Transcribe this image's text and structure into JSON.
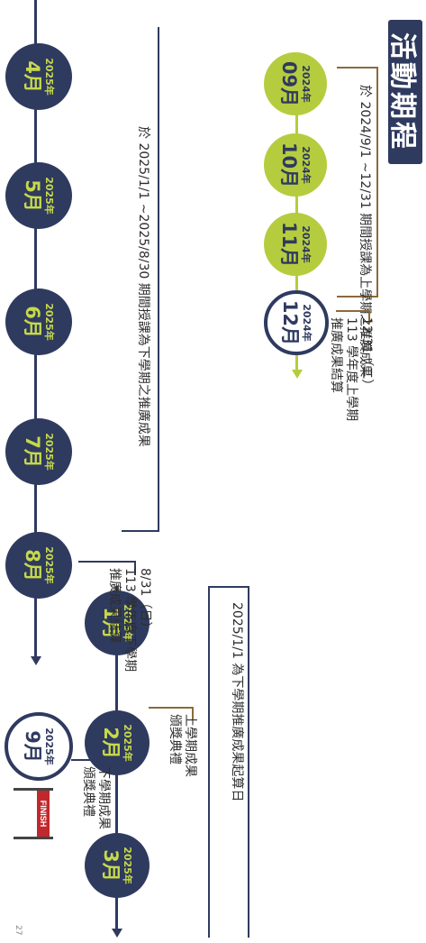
{
  "title": "活動期程",
  "notes": {
    "period1": "於 2024/9/1 ~12/31 期間授課為上學期之推廣成果",
    "settle1": [
      "12/31（二）",
      "113 學年度上學期",
      "推廣成果結算"
    ],
    "start2": "2025/1/1 為下學期推廣成果起算日",
    "award1": [
      "上學期成果",
      "頒獎典禮"
    ],
    "period2": "於 2025/1/1 ~2025/8/30 期間授課為下學期之推廣成果",
    "settle2": [
      "8/31（日）",
      "113 學年度下學期",
      "推廣成果結算"
    ],
    "award2": [
      "下學期成果",
      "頒獎典禮"
    ]
  },
  "months": [
    {
      "year": "2024年",
      "month": "09月"
    },
    {
      "year": "2024年",
      "month": "10月"
    },
    {
      "year": "2024年",
      "month": "11月"
    },
    {
      "year": "2024年",
      "month": "12月"
    },
    {
      "year": "2025年",
      "month": "1月"
    },
    {
      "year": "2025年",
      "month": "2月"
    },
    {
      "year": "2025年",
      "month": "3月"
    },
    {
      "year": "2025年",
      "month": "4月"
    },
    {
      "year": "2025年",
      "month": "5月"
    },
    {
      "year": "2025年",
      "month": "6月"
    },
    {
      "year": "2025年",
      "month": "7月"
    },
    {
      "year": "2025年",
      "month": "8月"
    },
    {
      "year": "2025年",
      "month": "9月"
    }
  ],
  "finish_label": "FINISH",
  "page_number": "27",
  "colors": {
    "navy": "#2f3a5f",
    "green": "#b6cc3f",
    "accent": "#c6d94a",
    "red": "#c0282d"
  }
}
